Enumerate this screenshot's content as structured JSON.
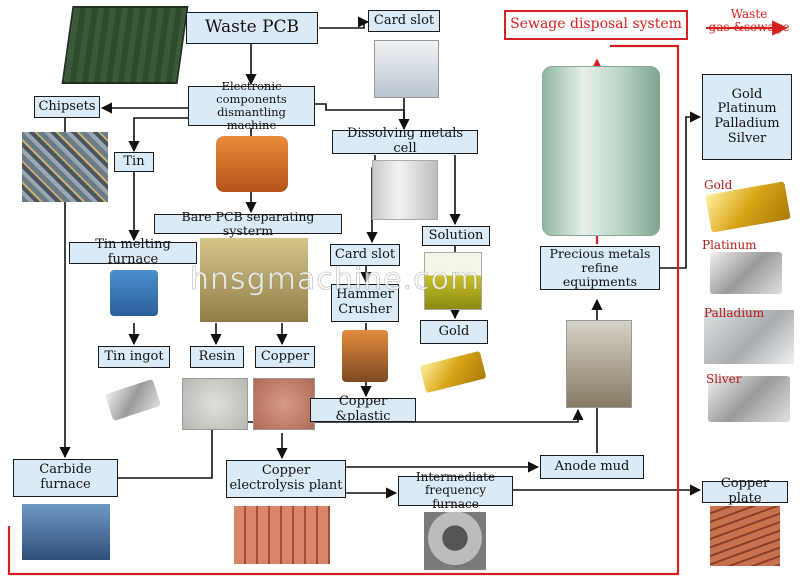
{
  "title": "Waste PCB",
  "nodes": {
    "waste_pcb": "Waste PCB",
    "dismantling": "Electronic components dismantling machine",
    "chipsets": "Chipsets",
    "tin": "Tin",
    "bare_pcb": "Bare PCB separating systerm",
    "tin_melting": "Tin melting furnace",
    "tin_ingot": "Tin ingot",
    "resin": "Resin",
    "copper": "Copper",
    "card_slot_top": "Card slot",
    "dissolving": "Dissolving metals cell",
    "card_slot_mid": "Card slot",
    "solution": "Solution",
    "hammer": "Hammer Crusher",
    "gold": "Gold",
    "copper_plastic": "Copper &plastic",
    "carbide_furnace": "Carbide furnace",
    "electrolysis": "Copper electrolysis plant",
    "intermediate": "Intermediate frequency furnace",
    "anode_mud": "Anode mud",
    "precious_refine": "Precious metals refine equipments",
    "sewage": "Sewage disposal system",
    "waste_gas": "Waste gas &sewage",
    "metals_list": "Gold Platinum Palladium Silver",
    "copper_plate": "Copper plate"
  },
  "metal_labels": {
    "gold": "Gold",
    "platinum": "Platinum",
    "palladium": "Palladium",
    "silver": "Sliver"
  },
  "watermark": "hnsgmachine.com",
  "colors": {
    "box_fill": "#dbeaf7",
    "box_border": "#1a1a1a",
    "accent_red": "#d42020"
  }
}
